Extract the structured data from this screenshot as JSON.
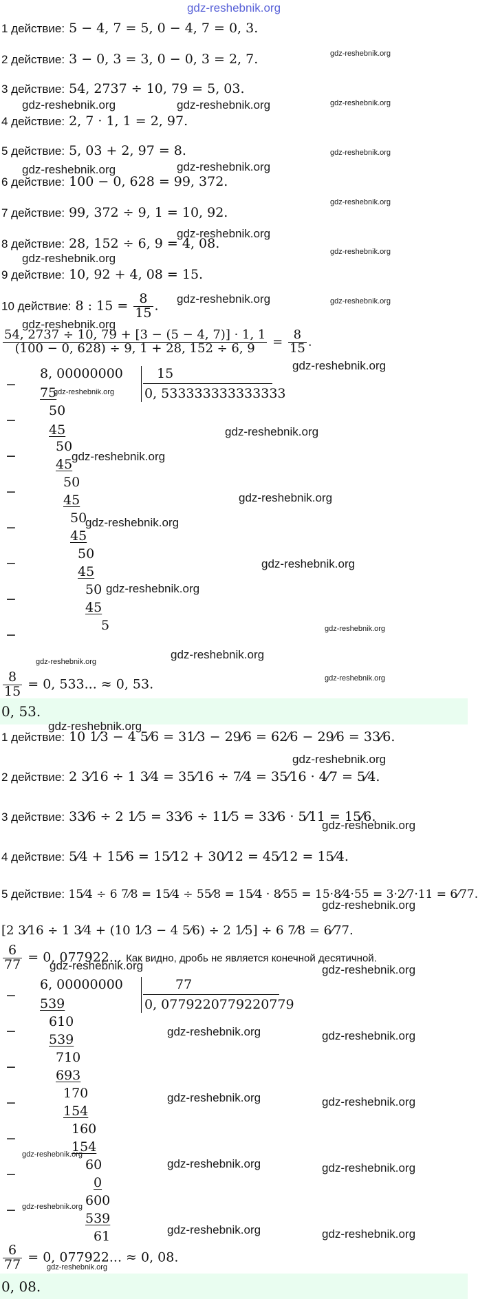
{
  "site_header": "gdz-reshebnik.org",
  "part1": {
    "steps": [
      {
        "label": "1 действие:",
        "expr": "5 − 4, 7 = 5, 0 − 4, 7 = 0, 3."
      },
      {
        "label": "2 действие:",
        "expr": "3 − 0, 3 = 3, 0 − 0, 3 = 2, 7."
      },
      {
        "label": "3 действие:",
        "expr": "54, 2737 ÷ 10, 79 = 5, 03."
      },
      {
        "label": "4 действие:",
        "expr": "2, 7 · 1, 1 = 2, 97."
      },
      {
        "label": "5 действие:",
        "expr": "5, 03 + 2, 97 = 8."
      },
      {
        "label": "6 действие:",
        "expr": "100 − 0, 628 = 99, 372."
      },
      {
        "label": "7 действие:",
        "expr": "99, 372 ÷ 9, 1 = 10, 92."
      },
      {
        "label": "8 действие:",
        "expr": "28, 152 ÷ 6, 9 = 4, 08."
      },
      {
        "label": "9 действие:",
        "expr": "10, 92 + 4, 08 = 15."
      }
    ],
    "step10": {
      "label": "10 действие:",
      "pre": "8 : 15 =",
      "num": "8",
      "den": "15",
      "post": "."
    },
    "big": {
      "num": "54, 2737 ÷ 10, 79 + [3 − (5 − 4, 7)] · 1, 1",
      "den": "(100 − 0, 628) ÷ 9, 1 + 28, 152 ÷ 6, 9",
      "eq": "=",
      "rnum": "8",
      "rden": "15",
      "post": "."
    },
    "division": {
      "dividend": "8, 00000000",
      "divisor": "15",
      "quotient": "0, 533333333333333",
      "rows": [
        "75",
        "50",
        "45",
        "50",
        "45",
        "50",
        "45",
        "50",
        "45",
        "50",
        "45",
        "50",
        "45",
        "5"
      ],
      "minus": "−"
    },
    "result": {
      "num": "8",
      "den": "15",
      "tail": "= 0, 533... ≈ 0, 53."
    },
    "answer": "0, 53."
  },
  "part2": {
    "steps": [
      {
        "label": "1 действие:",
        "expr": "10 1⁄3 − 4 5⁄6 = 31⁄3 − 29⁄6 = 62⁄6 − 29⁄6 = 33⁄6."
      },
      {
        "label": "2 действие:",
        "expr": "2 3⁄16 ÷ 1 3⁄4 = 35⁄16 ÷ 7⁄4 = 35⁄16 · 4⁄7 = 5⁄4."
      },
      {
        "label": "3 действие:",
        "expr": "33⁄6 ÷ 2 1⁄5 = 33⁄6 ÷ 11⁄5 = 33⁄6 · 5⁄11 = 15⁄6."
      },
      {
        "label": "4 действие:",
        "expr": "5⁄4 + 15⁄6 = 15⁄12 + 30⁄12 = 45⁄12 = 15⁄4."
      },
      {
        "label": "5 действие:",
        "expr": "15⁄4 ÷ 6 7⁄8 = 15⁄4 ÷ 55⁄8 = 15⁄4 · 8⁄55 = 15·8⁄4·55 = 3·2⁄7·11 = 6⁄77."
      }
    ],
    "big": "[2 3⁄16 ÷ 1 3⁄4 + (10 1⁄3 − 4 5⁄6) ÷ 2 1⁄5] ÷ 6 7⁄8 = 6⁄77.",
    "intro": {
      "num": "6",
      "den": "77",
      "val": "= 0, 077922...",
      "text": "Как видно, дробь не является конечной десятичной."
    },
    "division": {
      "dividend": "6, 00000000",
      "divisor": "77",
      "quotient": "0, 0779220779220779",
      "rows": [
        "539",
        "610",
        "539",
        "710",
        "693",
        "170",
        "154",
        "160",
        "154",
        "60",
        "0",
        "600",
        "539",
        "61"
      ],
      "minus": "−"
    },
    "result": {
      "num": "6",
      "den": "77",
      "tail": "= 0, 077922... ≈ 0, 08."
    },
    "answer": "0, 08."
  },
  "watermark": "gdz-reshebnik.org"
}
